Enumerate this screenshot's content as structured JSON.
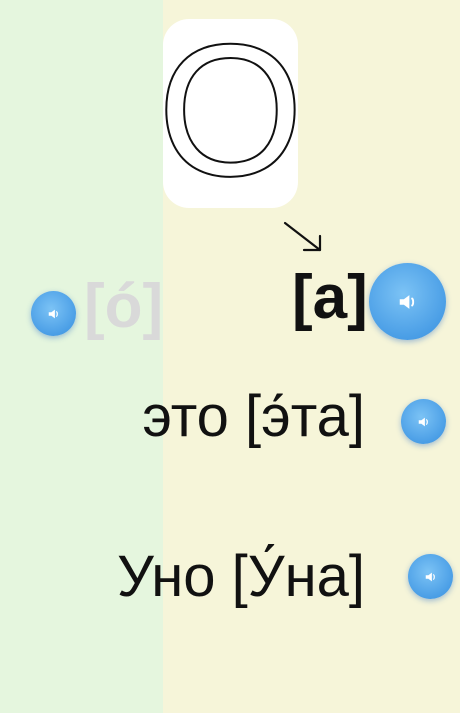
{
  "letter": {
    "glyph": "О"
  },
  "sounds": {
    "main": "[а]",
    "faded": "[ó]"
  },
  "words": [
    {
      "text": "это [э́та]"
    },
    {
      "text": "Уно [У́на]"
    }
  ],
  "icons": {
    "speaker": "speaker-icon",
    "arrow": "arrow-down-right-icon"
  },
  "colors": {
    "left_panel": "#e5f6de",
    "right_panel": "#f6f5d9",
    "accent": "#4a9ee6"
  }
}
